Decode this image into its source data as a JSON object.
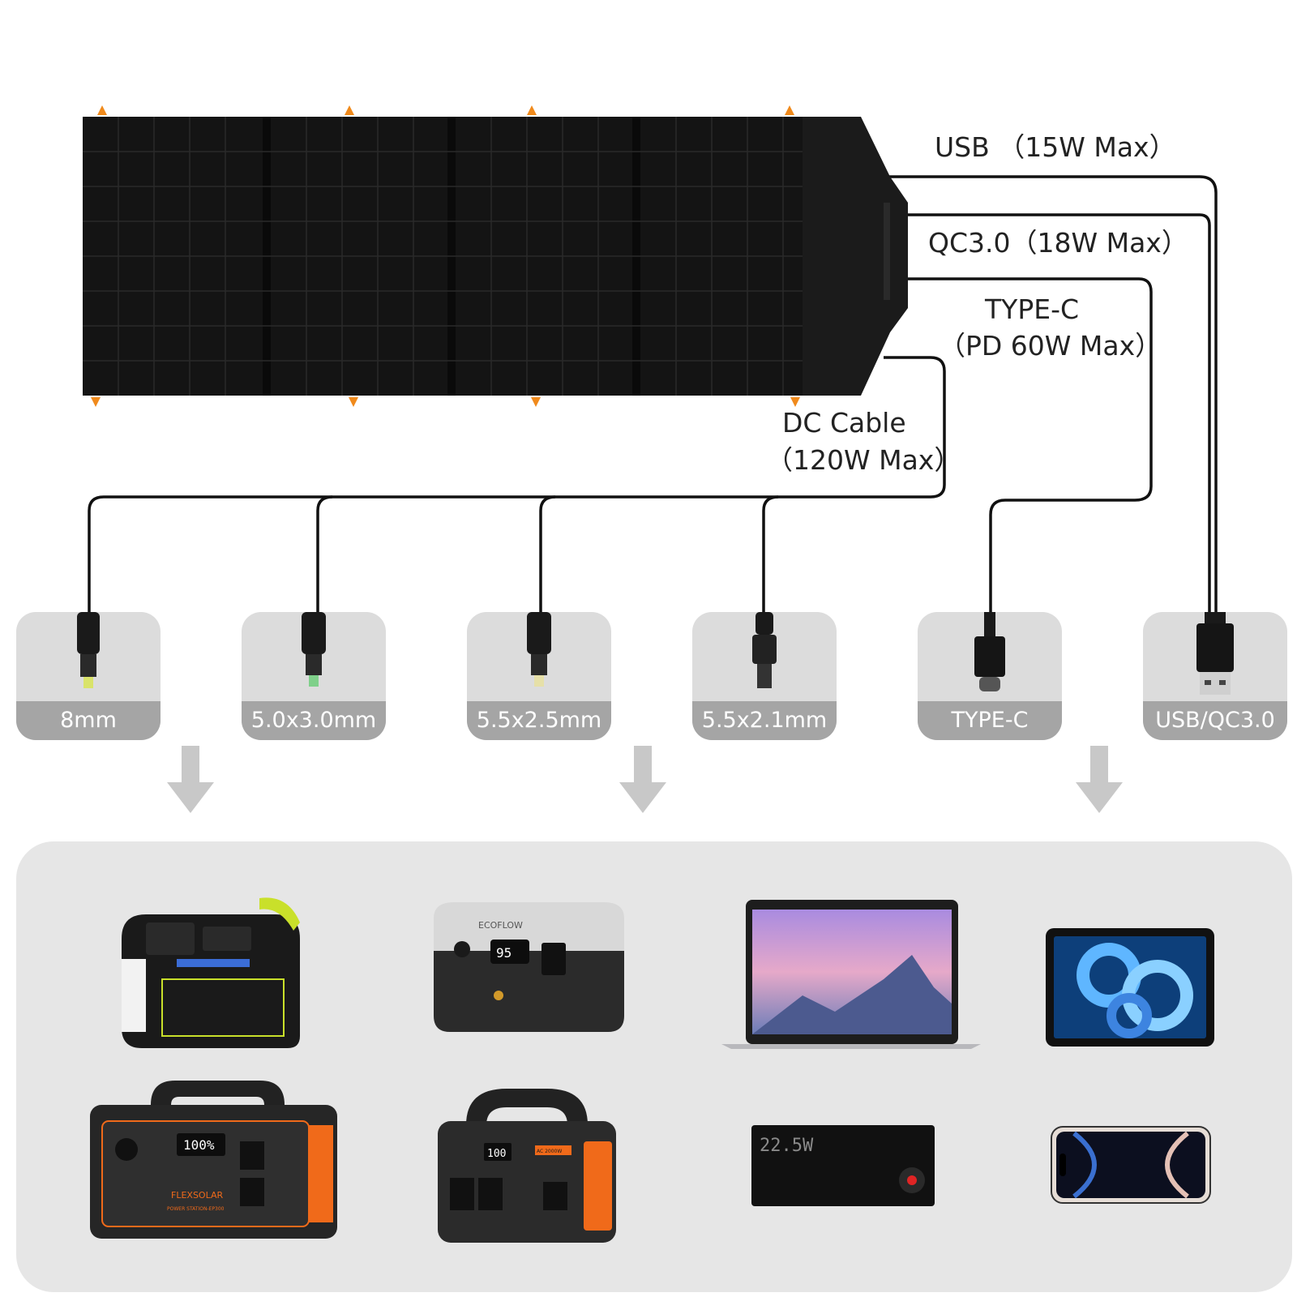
{
  "outputs": {
    "usb": "USB （15W Max）",
    "qc30": "QC3.0（18W Max）",
    "typec_line1": "TYPE-C",
    "typec_line2": "（PD 60W Max）",
    "dc_line1": "DC Cable",
    "dc_line2": "（120W Max）"
  },
  "connectors": [
    {
      "label": "8mm",
      "icon": "dc-plug-icon",
      "tip": "#d9e36a"
    },
    {
      "label": "5.0x3.0mm",
      "icon": "dc-plug-icon",
      "tip": "#7fd08a"
    },
    {
      "label": "5.5x2.5mm",
      "icon": "dc-plug-icon",
      "tip": "#e6e0a8"
    },
    {
      "label": "5.5x2.1mm",
      "icon": "dc-plug-icon",
      "tip": "#555555"
    },
    {
      "label": "TYPE-C",
      "icon": "usb-c-plug-icon",
      "tip": "#111111"
    },
    {
      "label": "USB/QC3.0",
      "icon": "usb-a-plug-icon",
      "tip": "#111111"
    }
  ],
  "devices": {
    "station_1": {
      "name": "portable-power-station-icon",
      "display": ""
    },
    "station_2": {
      "brand": "ECOFLOW",
      "display": "95"
    },
    "laptop": {
      "name": "laptop-icon"
    },
    "tablet": {
      "name": "tablet-icon"
    },
    "station_3": {
      "brand": "FLEXSOLAR",
      "model": "POWER STATION-EP300",
      "display": "100%"
    },
    "station_4": {
      "display": "100",
      "badge": "AC 2000W"
    },
    "power_bank": {
      "display": "22.5W"
    },
    "phone": {
      "name": "smartphone-icon"
    }
  },
  "colors": {
    "panel": "#141414",
    "accent_orange": "#f08a1c",
    "card": "#dcdcdc",
    "caption": "#a5a5a5",
    "devices_bg": "#e6e6e6",
    "cable": "#111111"
  }
}
